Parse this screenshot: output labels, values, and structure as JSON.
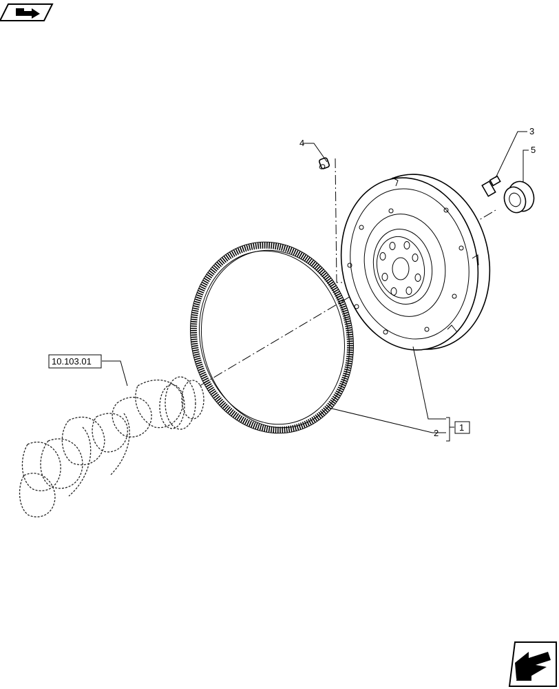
{
  "callouts": {
    "ring_gear": "2",
    "bolt": "3",
    "dowel_pin": "4",
    "bushing": "5",
    "assembly_box": "1",
    "reference": "10.103.01"
  },
  "icons": {
    "top_left": "previous-page-arrow-icon",
    "bottom_right": "next-page-arrow-icon"
  }
}
